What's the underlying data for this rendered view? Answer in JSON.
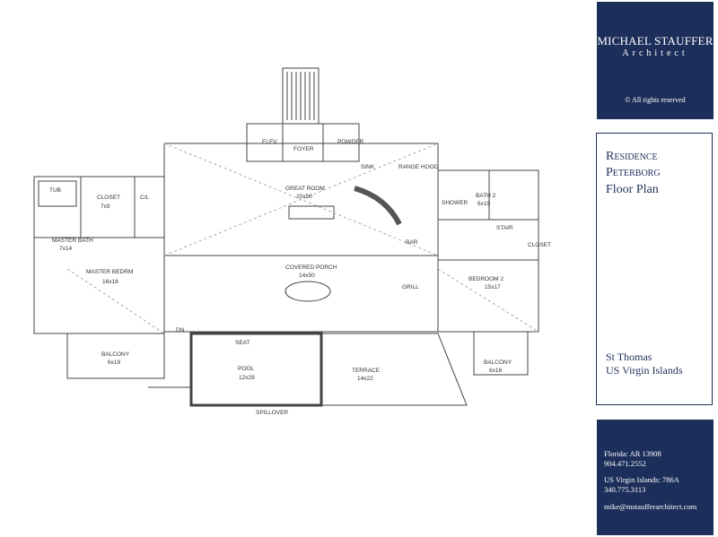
{
  "brand": {
    "name": "MICHAEL STAUFFER",
    "subtitle": "Architect",
    "copyright": "© All rights reserved"
  },
  "title": {
    "line1": "Residence",
    "line2": "Peterborg",
    "line3": "Floor Plan",
    "location_line1": "St Thomas",
    "location_line2": "US Virgin Islands"
  },
  "contact": {
    "florida_license": "Florida: AR 13908",
    "florida_phone": "904.471.2552",
    "usvi_license": "US Virgin Islands: 786A",
    "usvi_phone": "340.775.3113",
    "email": "mike@mstaufferarchitect.com"
  },
  "plan_labels": {
    "tub": "TUB",
    "closet": "CLOSET",
    "closet_size": "7x9",
    "cl": "C/L",
    "master_bath": "MASTER BATH",
    "master_bath_size": "7x14",
    "master_bedroom": "MASTER BEDRM",
    "master_bedroom_size": "16x18",
    "balcony_left": "BALCONY",
    "balcony_left_size": "6x19",
    "great_room": "GREAT ROOM",
    "great_room_size": "20x50",
    "elev": "ELEV",
    "foyer": "FOYER",
    "powder": "POWDER",
    "sink": "SINK",
    "range_hood": "RANGE HOOD",
    "bath2": "BATH 2",
    "bath2_size": "6x19",
    "shower": "SHOWER",
    "stair": "STAIR",
    "closet_right": "CLOSET",
    "covered_porch": "COVERED PORCH",
    "covered_porch_size": "14x50",
    "bar": "BAR",
    "bedroom2": "BEDROOM 2",
    "bedroom2_size": "15x17",
    "pool": "POOL",
    "pool_size": "12x29",
    "terrace": "TERRACE",
    "terrace_size": "14x22",
    "balcony_right": "BALCONY",
    "balcony_right_size": "6x16",
    "seat": "SEAT",
    "spillover": "SPILLOVER",
    "grill": "GRILL",
    "dn": "DN"
  }
}
